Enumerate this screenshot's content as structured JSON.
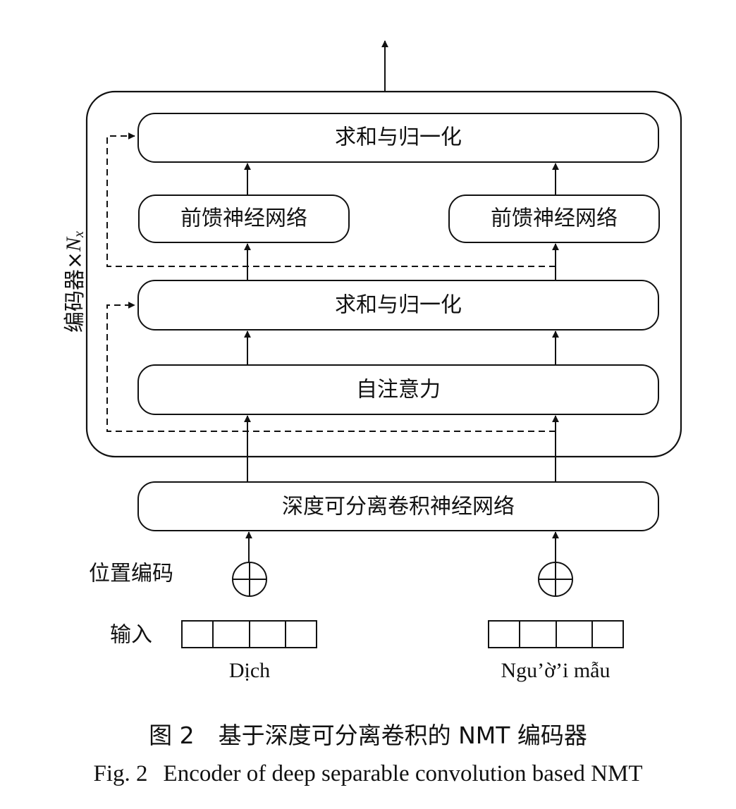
{
  "diagram": {
    "nodes": {
      "sum_norm_top": "求和与归一化",
      "ffn_left": "前馈神经网络",
      "ffn_right": "前馈神经网络",
      "sum_norm_mid": "求和与归一化",
      "self_attention": "自注意力",
      "depthwise_conv": "深度可分离卷积神经网络"
    },
    "encoder_stack_label": "编码器",
    "encoder_stack_times": "×",
    "encoder_stack_n": "N",
    "encoder_stack_n_sub": "x",
    "positional_encoding_label": "位置编码",
    "input_label": "输入",
    "input_words": [
      "Dịch",
      "Ngu’ờ’i mẫu"
    ],
    "input_token_cells": 4
  },
  "caption": {
    "zh_number": "图 2",
    "zh_title": "基于深度可分离卷积的 NMT 编码器",
    "en_number": "Fig. 2",
    "en_title": "Encoder of deep separable convolution based NMT"
  }
}
